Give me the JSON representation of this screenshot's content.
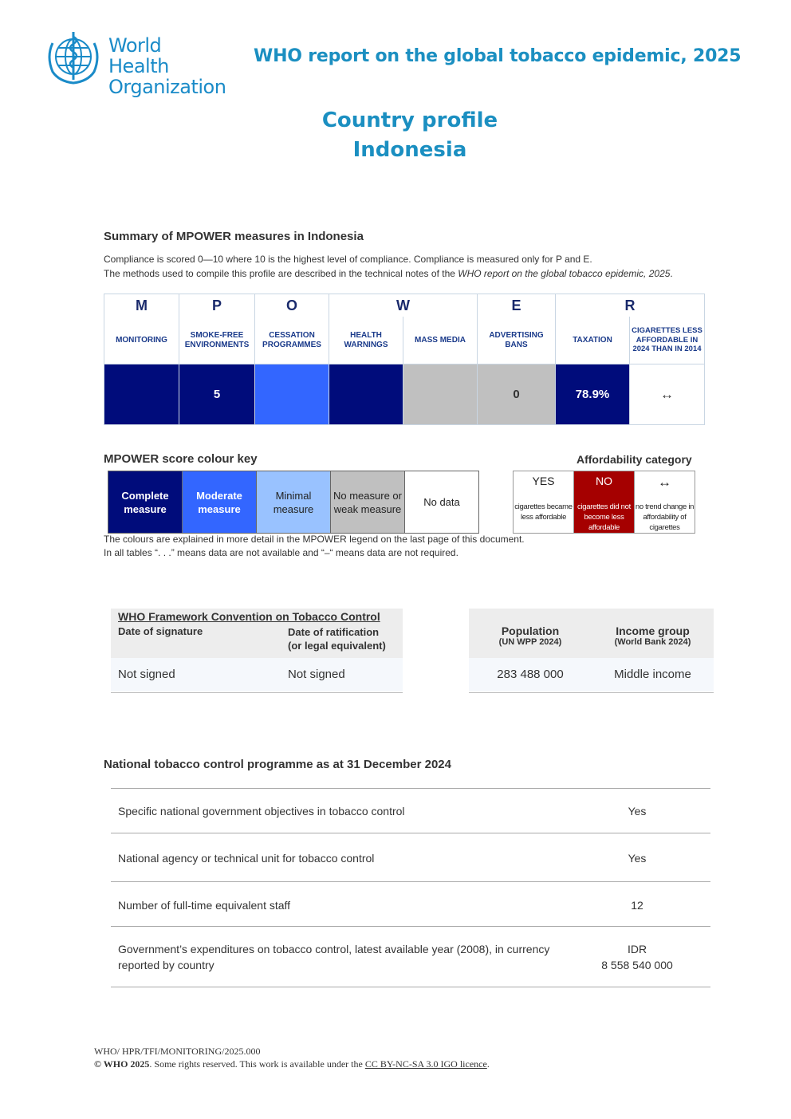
{
  "header": {
    "org_line1": "World Health",
    "org_line2": "Organization",
    "report_title": "WHO report on the global tobacco epidemic, 2025",
    "profile_line1": "Country profile",
    "profile_line2": "Indonesia"
  },
  "summary": {
    "heading": "Summary of MPOWER measures in Indonesia",
    "note1": "Compliance is scored 0—10 where 10 is the highest level of compliance. Compliance is measured only for P and E.",
    "note2_prefix": "The methods used to compile this profile are described in the technical notes of the ",
    "note2_italic": "WHO report on the global tobacco epidemic, 2025",
    "note2_suffix": "."
  },
  "mpower": {
    "letters": [
      "M",
      "P",
      "O",
      "W",
      "E",
      "R"
    ],
    "labels": [
      "MONITORING",
      "SMOKE-FREE ENVIRONMENTS",
      "CESSATION PROGRAMMES",
      "HEALTH WARNINGS",
      "MASS MEDIA",
      "ADVERTISING BANS",
      "TAXATION",
      "CIGARETTES LESS AFFORDABLE IN 2024 THAN IN 2014"
    ],
    "scores": [
      "",
      "5",
      "",
      "",
      "",
      "0",
      "78.9%",
      "↔"
    ],
    "score_colors": [
      "#000c7b",
      "#000c7b",
      "#3366ff",
      "#000c7b",
      "#c0c0c0",
      "#c0c0c0",
      "#000c7b",
      "#ffffff"
    ]
  },
  "colour_key": {
    "heading": "MPOWER score colour key",
    "items": [
      "Complete measure",
      "Moderate measure",
      "Minimal measure",
      "No measure or weak measure",
      "No data"
    ],
    "note1": "The colours are explained in more detail in the MPOWER legend on the last page of this document.",
    "note2": "In all tables “. . .” means data are not available and “–“ means data are not required."
  },
  "affordability": {
    "heading": "Affordability category",
    "items": [
      {
        "symbol": "YES",
        "desc": "cigarettes became less affordable"
      },
      {
        "symbol": "NO",
        "desc": "cigarettes did not become less affordable"
      },
      {
        "symbol": "↔",
        "desc": "no trend change in affordability of cigarettes"
      }
    ]
  },
  "fctc": {
    "title": "WHO Framework Convention on Tobacco Control",
    "col1_head": "Date of signature",
    "col2_head_1": "Date of ratification",
    "col2_head_2": "(or legal equivalent)",
    "signature": "Not signed",
    "ratification": "Not signed"
  },
  "population": {
    "pop_head": "Population",
    "pop_sub": "(UN WPP 2024)",
    "income_head": "Income group",
    "income_sub": "(World Bank 2024)",
    "pop_value": "283 488 000",
    "income_value": "Middle income"
  },
  "programme": {
    "heading": "National tobacco control programme as at 31 December 2024",
    "rows": [
      {
        "label": "Specific national government objectives in tobacco control",
        "value": "Yes"
      },
      {
        "label": "National agency or technical unit for tobacco control",
        "value": "Yes"
      },
      {
        "label": "Number of full-time equivalent staff",
        "value": "12"
      },
      {
        "label_1": "Government’s expenditures on tobacco control, latest available year (2008), in currency",
        "label_2": "reported by country",
        "value_1": "IDR",
        "value_2": "8 558 540 000"
      }
    ]
  },
  "footer": {
    "code": "WHO/ HPR/TFI/MONITORING/2025.000",
    "copyright_bold": "© WHO 2025",
    "copyright_text": ". Some rights reserved. This work is available under the ",
    "licence": "CC BY-NC-SA 3.0 IGO licence",
    "end": "."
  },
  "colors": {
    "brand_blue": "#1b8fc1",
    "complete": "#000c7b",
    "moderate": "#3366ff",
    "minimal": "#99c2ff",
    "no_measure": "#c0c0c0",
    "not_affordable": "#a50000"
  }
}
